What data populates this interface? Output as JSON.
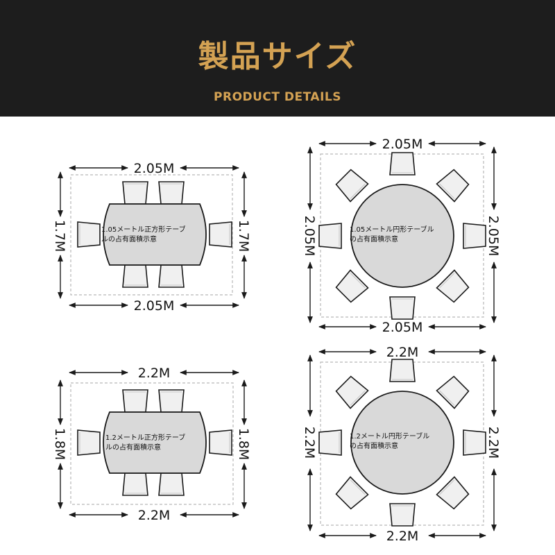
{
  "header": {
    "title": "製品サイズ",
    "subtitle": "PRODUCT DETAILS"
  },
  "colors": {
    "header_bg": "#1d1d1d",
    "accent": "#d4a253",
    "table_fill": "#d9d9d9",
    "chair_fill": "#f0f0f0"
  },
  "layouts": [
    {
      "shape": "oval",
      "top_dim": "2.05M",
      "bottom_dim": "2.05M",
      "left_dim": "1.7M",
      "right_dim": "1.7M",
      "label_line1": "1.05メートル正方形テーブ",
      "label_line2": "ルの占有面積示意"
    },
    {
      "shape": "round",
      "top_dim": "2.05M",
      "bottom_dim": "2.05M",
      "left_dim": "2.05M",
      "right_dim": "2.05M",
      "label_line1": "1.05メートル円形テーブル",
      "label_line2": "の占有面積示意"
    },
    {
      "shape": "oval",
      "top_dim": "2.2M",
      "bottom_dim": "2.2M",
      "left_dim": "1.8M",
      "right_dim": "1.8M",
      "label_line1": "1.2メートル正方形テーブ",
      "label_line2": "ルの占有面積示意"
    },
    {
      "shape": "round",
      "top_dim": "2.2M",
      "bottom_dim": "2.2M",
      "left_dim": "2.2M",
      "right_dim": "2.2M",
      "label_line1": "1.2メートル円形テーブル",
      "label_line2": "の占有面積示意"
    }
  ]
}
